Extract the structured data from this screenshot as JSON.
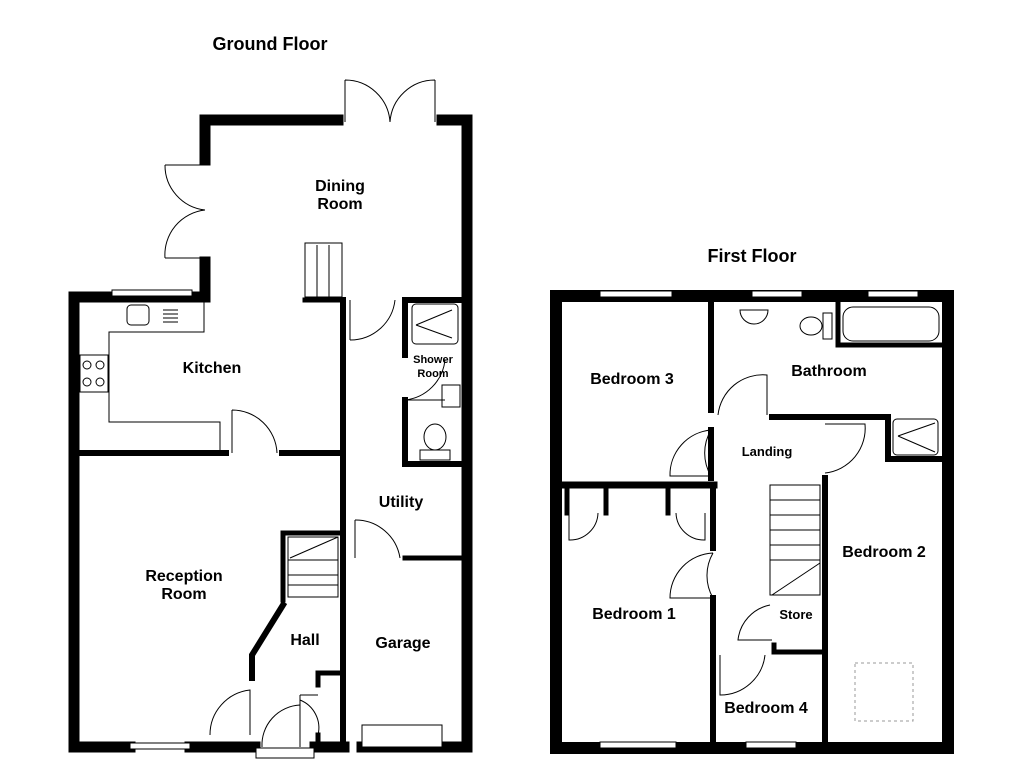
{
  "ground_floor": {
    "title": "Ground Floor",
    "rooms": {
      "dining": [
        "Dining",
        "Room"
      ],
      "kitchen": "Kitchen",
      "shower": [
        "Shower",
        "Room"
      ],
      "utility": "Utility",
      "reception": [
        "Reception",
        "Room"
      ],
      "hall": "Hall",
      "garage": "Garage"
    }
  },
  "first_floor": {
    "title": "First Floor",
    "rooms": {
      "bedroom3": "Bedroom 3",
      "bathroom": "Bathroom",
      "landing": "Landing",
      "bedroom2": "Bedroom 2",
      "bedroom1": "Bedroom 1",
      "store": "Store",
      "bedroom4": "Bedroom 4"
    }
  }
}
